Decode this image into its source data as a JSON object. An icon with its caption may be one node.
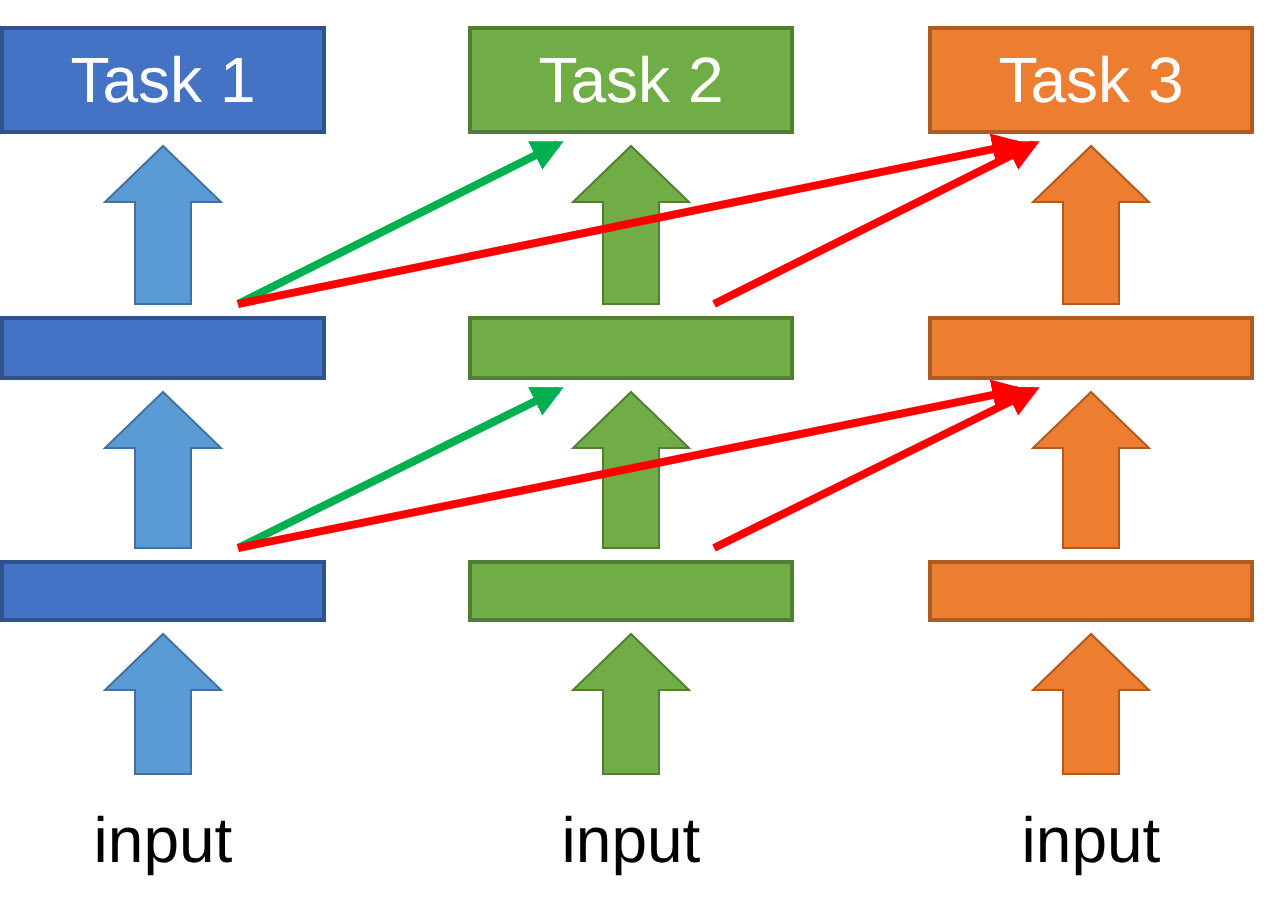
{
  "diagram": {
    "nodes": [
      {
        "text": [
          "Task 1"
        ]
      },
      {
        "text": [
          "Task 2"
        ]
      },
      {
        "text": [
          "Task 3"
        ]
      },
      {
        "text": [],
        "shape": "bar"
      },
      {
        "text": [],
        "shape": "bar"
      },
      {
        "text": [],
        "shape": "bar"
      },
      {
        "text": [],
        "shape": "bar"
      },
      {
        "text": [],
        "shape": "bar"
      },
      {
        "text": [],
        "shape": "bar"
      },
      {
        "text": [
          "input"
        ]
      },
      {
        "text": [
          "input"
        ]
      },
      {
        "text": [
          "input"
        ]
      }
    ],
    "edges": [
      {
        "from": 9,
        "to": 6,
        "arrow": "to",
        "style": "thick",
        "color": "#5b9bd5"
      },
      {
        "from": 6,
        "to": 3,
        "arrow": "to",
        "style": "thick",
        "color": "#5b9bd5"
      },
      {
        "from": 3,
        "to": 0,
        "arrow": "to",
        "style": "thick",
        "color": "#5b9bd5"
      },
      {
        "from": 10,
        "to": 7,
        "arrow": "to",
        "style": "thick",
        "color": "#70ad47"
      },
      {
        "from": 7,
        "to": 4,
        "arrow": "to",
        "style": "thick",
        "color": "#70ad47"
      },
      {
        "from": 4,
        "to": 1,
        "arrow": "to",
        "style": "thick",
        "color": "#70ad47"
      },
      {
        "from": 11,
        "to": 8,
        "arrow": "to",
        "style": "thick",
        "color": "#ed7d31"
      },
      {
        "from": 8,
        "to": 5,
        "arrow": "to",
        "style": "thick",
        "color": "#ed7d31"
      },
      {
        "from": 5,
        "to": 2,
        "arrow": "to",
        "style": "thick",
        "color": "#ed7d31"
      },
      {
        "from": 3,
        "to": 1,
        "arrow": "to",
        "color": "#00b050"
      },
      {
        "from": 3,
        "to": 2,
        "arrow": "to",
        "color": "#ff0000"
      },
      {
        "from": 4,
        "to": 2,
        "arrow": "to",
        "color": "#ff0000"
      },
      {
        "from": 6,
        "to": 4,
        "arrow": "to",
        "color": "#00b050"
      },
      {
        "from": 6,
        "to": 5,
        "arrow": "to",
        "color": "#ff0000"
      },
      {
        "from": 7,
        "to": 5,
        "arrow": "to",
        "color": "#ff0000"
      }
    ]
  }
}
